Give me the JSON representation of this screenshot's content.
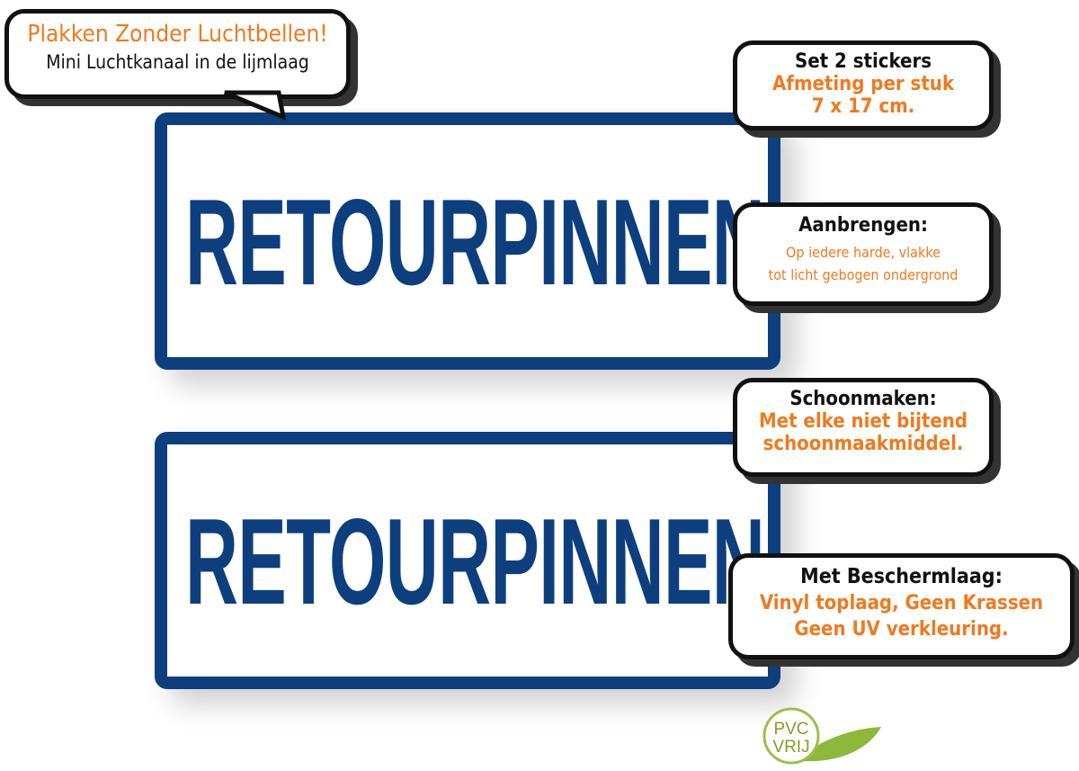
{
  "sign_text": "RETOURPINNEN",
  "colors": {
    "sign_blue": "#0d3f7f",
    "accent_orange": "#ef7a1f"
  },
  "bubbles": {
    "top_left": {
      "line1": "Plakken Zonder Luchtbellen!",
      "line2": "Mini  Luchtkanaal in de lijmlaag"
    },
    "stickers": {
      "title": "Set 2 stickers",
      "line1": "Afmeting per stuk",
      "line2": "7 x 17 cm."
    },
    "apply": {
      "title": "Aanbrengen:",
      "line1": "Op iedere harde, vlakke",
      "line2": "tot licht gebogen ondergrond"
    },
    "clean": {
      "title": "Schoonmaken:",
      "line1": "Met elke niet bijtend",
      "line2": "schoonmaakmiddel."
    },
    "protect": {
      "title": "Met Beschermlaag:",
      "line1": "Vinyl toplaag, Geen Krassen",
      "line2": "Geen UV verkleuring."
    }
  },
  "logo": {
    "line1": "PVC",
    "line2": "VRIJ"
  }
}
